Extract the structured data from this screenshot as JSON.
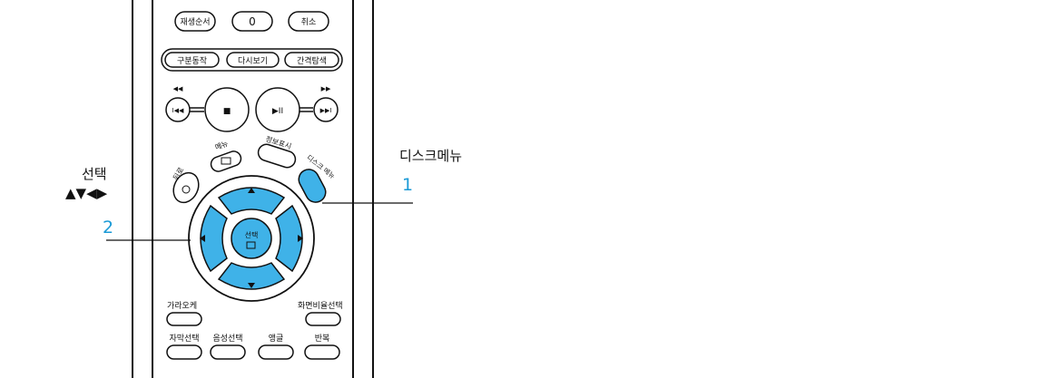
{
  "colors": {
    "accent": "#1a9ad6",
    "button_blue": "#3fb2e8",
    "line": "#111111"
  },
  "remote": {
    "row1": [
      "재생순서",
      "0",
      "취소"
    ],
    "row2": [
      "구분동작",
      "다시보기",
      "간격탐색"
    ],
    "transport": {
      "rewind_glyph": "◀◀",
      "ffwd_glyph": "▶▶",
      "prev_glyph": "I◀◀",
      "stop_glyph": "■",
      "play_pause_glyph": "▶II",
      "next_glyph": "▶▶I"
    },
    "back_label": "뒤로",
    "menu_label": "메뉴",
    "info_label": "정보표시",
    "disc_menu_label": "디스크 메뉴",
    "select_label": "선택",
    "bottom_left_top": "가라오케",
    "bottom_right_top": "화면비율선택",
    "bottom_row": [
      "자막선택",
      "음성선택",
      "앵글",
      "반복"
    ]
  },
  "annotations": {
    "left_label": "선택",
    "left_arrows": "▲▼◀▶",
    "left_number": "2",
    "right_label": "디스크메뉴",
    "right_number": "1"
  }
}
